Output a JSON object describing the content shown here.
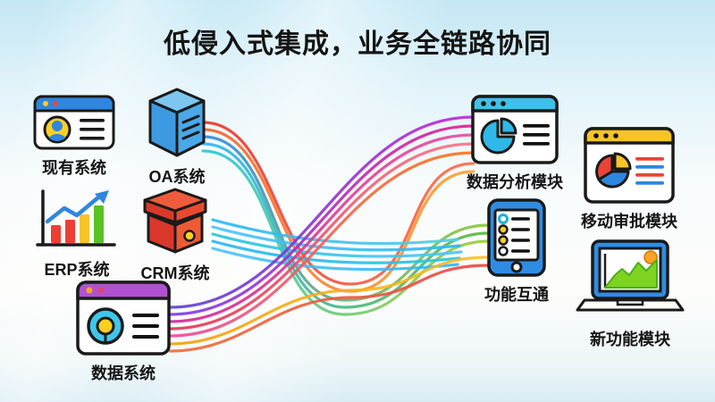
{
  "title": {
    "text": "低侵入式集成，业务全链路协同",
    "color": "#141414"
  },
  "systems": [
    {
      "id": "existing",
      "label": "现有系统",
      "icon": "browser-user-icon"
    },
    {
      "id": "oa",
      "label": "OA系统",
      "icon": "server-cube-icon"
    },
    {
      "id": "erp",
      "label": "ERP系统",
      "icon": "bar-chart-growth-icon"
    },
    {
      "id": "crm",
      "label": "CRM系统",
      "icon": "storage-box-icon"
    },
    {
      "id": "data",
      "label": "数据系统",
      "icon": "browser-donut-icon"
    }
  ],
  "modules": [
    {
      "id": "analytics",
      "label": "数据分析模块",
      "icon": "browser-pie-icon"
    },
    {
      "id": "mobile_approval",
      "label": "移动审批模块",
      "icon": "browser-pie-report-icon"
    },
    {
      "id": "interop",
      "label": "功能互通",
      "icon": "smartphone-checklist-icon"
    },
    {
      "id": "new_feature",
      "label": "新功能模块",
      "icon": "laptop-chart-icon"
    }
  ],
  "colors": {
    "background_top": "#c3e7f4",
    "background_bottom": "#d8ecf4",
    "primary_blue": "#2f86e0",
    "cyan": "#3fc0ea",
    "yellow": "#f6c426",
    "red": "#e8443a",
    "green": "#7ed321",
    "purple": "#b052cf",
    "orange": "#f6a623"
  },
  "flows": [
    {
      "from": "OA系统",
      "to": "数据分析模块",
      "colors": [
        [
          "#e63329",
          "#ff6b4a"
        ],
        [
          "#f0622e",
          "#ffa12e"
        ]
      ]
    },
    {
      "from": "OA系统",
      "to": "功能互通",
      "colors": [
        [
          "#2f86e0",
          "#8bc934"
        ],
        [
          "#29b6f6",
          "#5cb83a"
        ],
        [
          "#26c6da",
          "#9ccc2e"
        ]
      ]
    },
    {
      "from": "CRM系统",
      "to": "功能互通",
      "colors": [
        [
          "#29b6f6",
          "#4dd0e1"
        ],
        [
          "#4fc3f7",
          "#29b6f6"
        ],
        [
          "#26c6da",
          "#4fc3f7"
        ],
        [
          "#29b6f6",
          "#26c6da"
        ],
        [
          "#4fc3f7",
          "#29b6f6"
        ]
      ]
    },
    {
      "from": "数据系统",
      "to": "数据分析模块",
      "colors": [
        [
          "#5b3fd4",
          "#c026d3"
        ],
        [
          "#7c3aed",
          "#e11d8f"
        ],
        [
          "#d4258f",
          "#ec4899"
        ],
        [
          "#e8304f",
          "#fb7185"
        ],
        [
          "#ec4899",
          "#f97316"
        ]
      ]
    },
    {
      "from": "数据系统",
      "to": "功能互通",
      "colors": [
        [
          "#f59e0b",
          "#fbbf24"
        ],
        [
          "#ef6c35",
          "#ef4444"
        ]
      ]
    }
  ]
}
